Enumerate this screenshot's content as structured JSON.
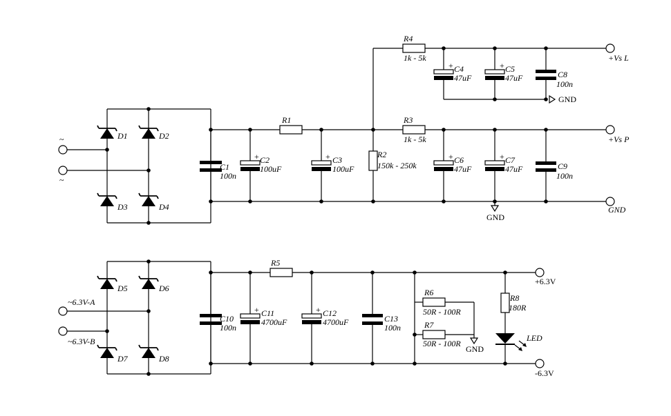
{
  "schematic": {
    "upper": {
      "ac_inputs": [
        "~",
        "~"
      ],
      "diodes": [
        "D1",
        "D2",
        "D3",
        "D4"
      ],
      "caps": [
        {
          "ref": "C1",
          "value": "100n"
        },
        {
          "ref": "C2",
          "value": "100uF"
        },
        {
          "ref": "C3",
          "value": "100uF"
        },
        {
          "ref": "C4",
          "value": "47uF"
        },
        {
          "ref": "C5",
          "value": "47uF"
        },
        {
          "ref": "C8",
          "value": "100n"
        },
        {
          "ref": "C6",
          "value": "47uF"
        },
        {
          "ref": "C7",
          "value": "47uF"
        },
        {
          "ref": "C9",
          "value": "100n"
        }
      ],
      "resistors": [
        {
          "ref": "R1",
          "value": ""
        },
        {
          "ref": "R2",
          "value": "150k - 250k"
        },
        {
          "ref": "R3",
          "value": "1k - 5k"
        },
        {
          "ref": "R4",
          "value": "1k - 5k"
        }
      ],
      "outputs": {
        "vsl": "+Vs L",
        "vsp": "+Vs P",
        "gnd": "GND"
      },
      "gnd_labels": [
        "GND",
        "GND"
      ]
    },
    "lower": {
      "ac_inputs": [
        "~6.3V-A",
        "~6.3V-B"
      ],
      "diodes": [
        "D5",
        "D6",
        "D7",
        "D8"
      ],
      "caps": [
        {
          "ref": "C10",
          "value": "100n"
        },
        {
          "ref": "C11",
          "value": "4700uF"
        },
        {
          "ref": "C12",
          "value": "4700uF"
        },
        {
          "ref": "C13",
          "value": "100n"
        }
      ],
      "resistors": [
        {
          "ref": "R5",
          "value": ""
        },
        {
          "ref": "R6",
          "value": "50R - 100R"
        },
        {
          "ref": "R7",
          "value": "50R - 100R"
        },
        {
          "ref": "R8",
          "value": "180R"
        }
      ],
      "led": "LED",
      "outputs": {
        "pos": "+6.3V",
        "neg": "-6.3V"
      },
      "gnd_label": "GND"
    },
    "polarity_mark": "+"
  }
}
